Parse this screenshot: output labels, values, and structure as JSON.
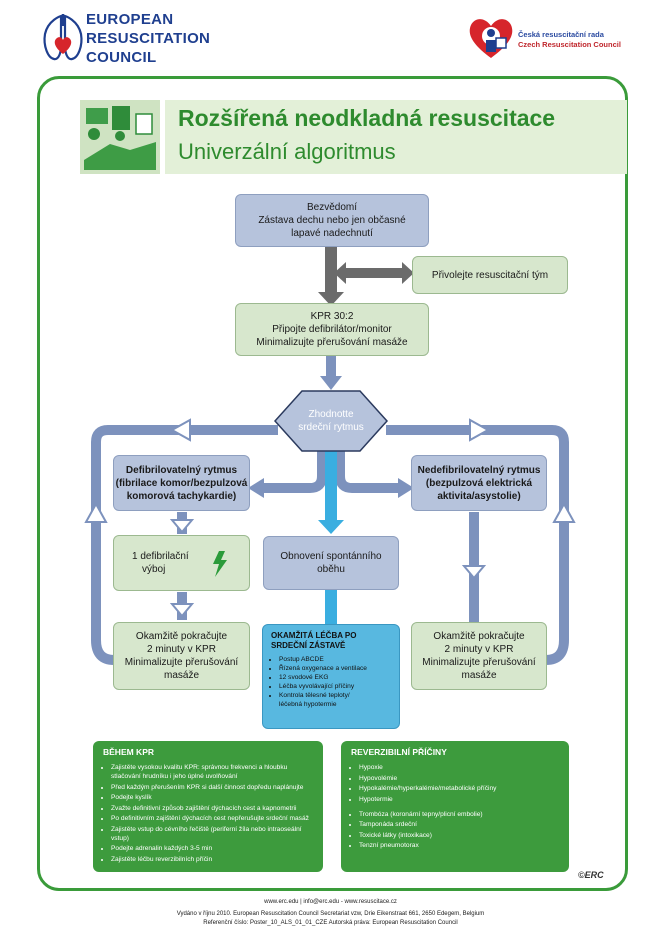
{
  "header": {
    "erc_lines": [
      "EUROPEAN",
      "RESUSCITATION",
      "COUNCIL"
    ],
    "crr_cz": "Česká resuscitační rada",
    "crr_en": "Czech Resuscitation Council"
  },
  "title": {
    "line1": "Rozšířená neodkladná resuscitace",
    "line2": "Univerzální algoritmus"
  },
  "flow": {
    "start": [
      "Bezvědomí",
      "Zástava dechu nebo jen občasné",
      "lapavé nadechnutí"
    ],
    "call_team": "Přivolejte resuscitační tým",
    "cpr": [
      "KPR 30:2",
      "Připojte defibrilátor/monitor",
      "Minimalizujte přerušování masáže"
    ],
    "assess": [
      "Zhodnotte",
      "srdeční rytmus"
    ],
    "shockable": [
      "Defibrilovatelný rytmus",
      "(fibrilace komor/bezpulzová",
      "komorová tachykardie)"
    ],
    "nonshockable": [
      "Nedefibrilovatelný rytmus",
      "(bezpulzová elektrická",
      "aktivita/asystolie)"
    ],
    "shock": [
      "1 defibrilační",
      "výboj"
    ],
    "rosc": [
      "Obnovení spontánního",
      "oběhu"
    ],
    "resume_left": [
      "Okamžitě pokračujte",
      "2 minuty v KPR",
      "Minimalizujte přerušování",
      "masáže"
    ],
    "resume_right": [
      "Okamžitě pokračujte",
      "2 minuty v KPR",
      "Minimalizujte přerušování",
      "masáže"
    ],
    "post": {
      "title": [
        "OKAMŽITÁ LÉČBA PO",
        "SRDEČNÍ ZÁSTAVĚ"
      ],
      "items": [
        "Postup ABCDE",
        "Řízená oxygenace a ventilace",
        "12 svodové EKG",
        "Léčba vyvolávající příčiny",
        "Kontrola tělesné teploty/",
        "léčebná hypotermie"
      ]
    }
  },
  "during_cpr": {
    "title": "BĚHEM KPR",
    "items": [
      "Zajistěte vysokou kvalitu KPR: správnou frekvenci a hloubku stlačování hrudníku i jeho úplné uvolňování",
      "Před každým přerušením KPR si další činnost dopředu naplánujte",
      "Podejte kyslík",
      "Zvažte definitivní způsob zajištění dýchacích cest a kapnometrii",
      "Po definitivním zajištění dýchacích cest nepřerušujte srdeční masáž",
      "Zajistěte vstup do cévního řečiště (periferní žíla nebo intraoseální vstup)",
      "Podejte adrenalin každých 3-5 min",
      "Zajistěte léčbu reverzibilních příčin"
    ]
  },
  "reversible": {
    "title": "REVERZIBILNÍ PŘÍČINY",
    "group1": [
      "Hypoxie",
      "Hypovolémie",
      "Hypokalémie/hyperkalémie/metabolické příčiny",
      "Hypotermie"
    ],
    "group2": [
      "Trombóza (koronární tepny/plicní embolie)",
      "Tamponáda srdeční",
      "Toxické látky (intoxikace)",
      "Tenzní pneumotorax"
    ]
  },
  "erc_mark": "©ERC",
  "footer": {
    "links": "www.erc.edu | info@erc.edu - www.resuscitace.cz",
    "line2": "Vydáno v říjnu 2010. European Resuscitation Council Secretariat vzw, Drie Eikenstraat 661, 2650 Edegem, Belgium",
    "line3": "Referenční číslo: Poster_10_ALS_01_01_CZE  Autorská práva: European Resuscitation Council"
  },
  "colors": {
    "green_frame": "#3a9b3a",
    "title_green": "#2e8b2e",
    "arrow_blue": "#7d92bd",
    "arrow_cyan": "#3aaee0",
    "arrow_gray": "#6b6b6b",
    "erc_blue": "#1f3f8f"
  }
}
